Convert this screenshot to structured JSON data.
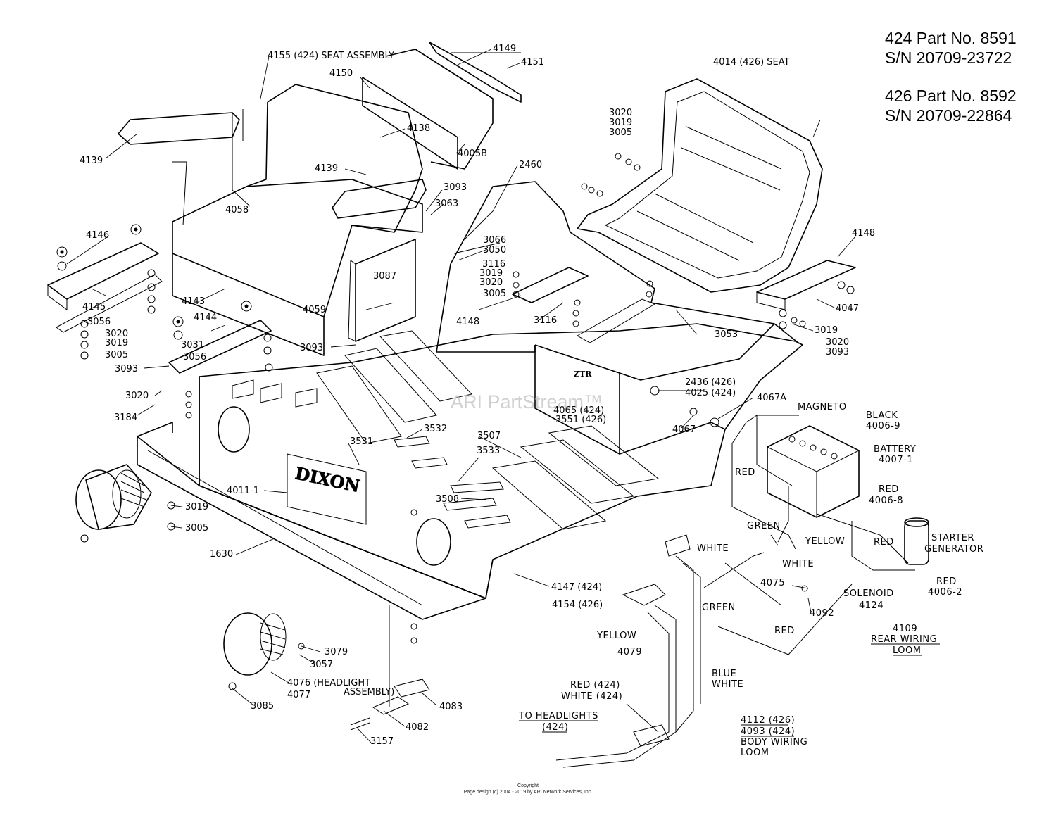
{
  "header": {
    "line1": "424 Part No. 8591",
    "line2": "S/N 20709-23722",
    "line3": "426 Part No. 8592",
    "line4": "S/N 20709-22864"
  },
  "watermark": "ARI PartStream™",
  "copyright": {
    "line1": "Copyright",
    "line2": "Page design (c) 2004 - 2019 by ARI Network Services, Inc."
  },
  "callouts": {
    "c4155": "4155 (424) SEAT  ASSEMBLY",
    "c4149": "4149",
    "c4151": "4151",
    "c4150": "4150",
    "c4139a": "4139",
    "c4138": "4138",
    "c4005b": "4005B",
    "c4139b": "4139",
    "c2460": "2460",
    "c4058": "4058",
    "c3093a": "3093",
    "c3063": "3063",
    "c4146": "4146",
    "c3066": "3066",
    "c3050": "3050",
    "c3087": "3087",
    "c3116a": "3116",
    "c3019a": "3019",
    "c3020a": "3020",
    "c3005a": "3005",
    "c4145": "4145",
    "c4143": "4143",
    "c4059": "4059",
    "c4148a": "4148",
    "c3116b": "3116",
    "c3056a": "3056",
    "c3020b": "3020",
    "c3019b": "3019",
    "c3005b": "3005",
    "c4144": "4144",
    "c3031": "3031",
    "c3056b": "3056",
    "c3093b": "3093",
    "c3093c": "3093",
    "c3020c": "3020",
    "c3184": "3184",
    "c4014": "4014 (426)  SEAT",
    "c3020d": "3020",
    "c3019d": "3019",
    "c3005d": "3005",
    "c4148b": "4148",
    "c4047": "4047",
    "c3053": "3053",
    "c3019e": "3019",
    "c3020e": "3020",
    "c3093d": "3093",
    "c2436": "2436 (426)",
    "c4025": "4025 (424)",
    "c4067a": "4067A",
    "c4067": "4067",
    "c4065": "4065 (424)",
    "c3551": "3551 (426)",
    "c3532": "3532",
    "c3531": "3531",
    "c3507": "3507",
    "c3533": "3533",
    "c3508": "3508",
    "c4011": "4011-1",
    "c3019f": "3019",
    "c3005f": "3005",
    "c1630": "1630",
    "c4147": "4147 (424)",
    "c4154": "4154 (426)",
    "c3079": "3079",
    "c3057": "3057",
    "c4076": "4076 (HEADLIGHT",
    "c4076b": "ASSEMBLY)",
    "c4077": "4077",
    "c3085": "3085",
    "c4083": "4083",
    "c4082": "4082",
    "c3157": "3157"
  },
  "wiring": {
    "magneto": "MAGNETO",
    "black": "BLACK",
    "black_pn": "4006-9",
    "battery": "BATTERY",
    "battery_pn": "4007-1",
    "red1": "RED",
    "red2": "RED",
    "red2_pn": "4006-8",
    "green1": "GREEN",
    "yellow1": "YELLOW",
    "red3": "RED",
    "starter1": "STARTER",
    "starter2": "GENERATOR",
    "white1": "WHITE",
    "white2": "WHITE",
    "c4075": "4075",
    "solenoid": "SOLENOID",
    "solenoid_pn": "4124",
    "red4": "RED",
    "red4_pn": "4006-2",
    "green2": "GREEN",
    "c4092": "4092",
    "red5": "RED",
    "rear_pn": "4109",
    "rear1": "REAR  WIRING",
    "rear2": "LOOM",
    "yellow2": "YELLOW",
    "c4079": "4079",
    "blue": "BLUE",
    "white3": "WHITE",
    "red424": "RED (424)",
    "white424": "WHITE (424)",
    "toheadlights1": "TO HEADLIGHTS",
    "toheadlights2": "(424)",
    "body1": "4112 (426)",
    "body2": "4093 (424)",
    "body3": "BODY WIRING",
    "body4": "LOOM"
  }
}
